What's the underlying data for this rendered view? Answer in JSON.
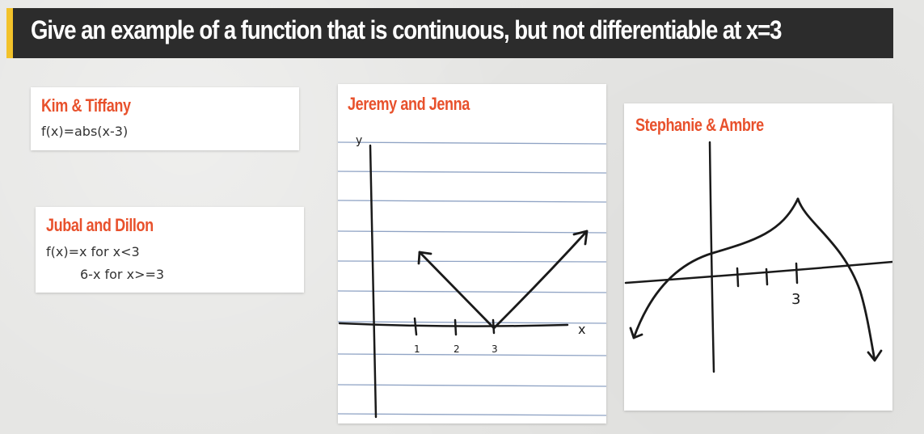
{
  "title": "Give an example of a function that is continuous, but not differentiable at x=3",
  "cards": {
    "kim": {
      "name": "Kim & Tiffany",
      "lines": [
        "f(x)=abs(x-3)"
      ]
    },
    "jubal": {
      "name": "Jubal and Dillon",
      "lines": [
        "f(x)=x for x<3",
        "6-x for x>=3"
      ]
    },
    "jeremy": {
      "name": "Jeremy and Jenna",
      "graph": {
        "y_label": "y",
        "x_label": "x",
        "ticks": [
          "1",
          "2",
          "3"
        ]
      }
    },
    "stephanie": {
      "name": "Stephanie & Ambre",
      "graph": {
        "ticks": [
          "3"
        ]
      }
    }
  },
  "colors": {
    "banner_bg": "#2c2c2c",
    "accent_bar": "#f2c22a",
    "name_color": "#e8512c",
    "notebook_line": "#8fa3c4"
  }
}
